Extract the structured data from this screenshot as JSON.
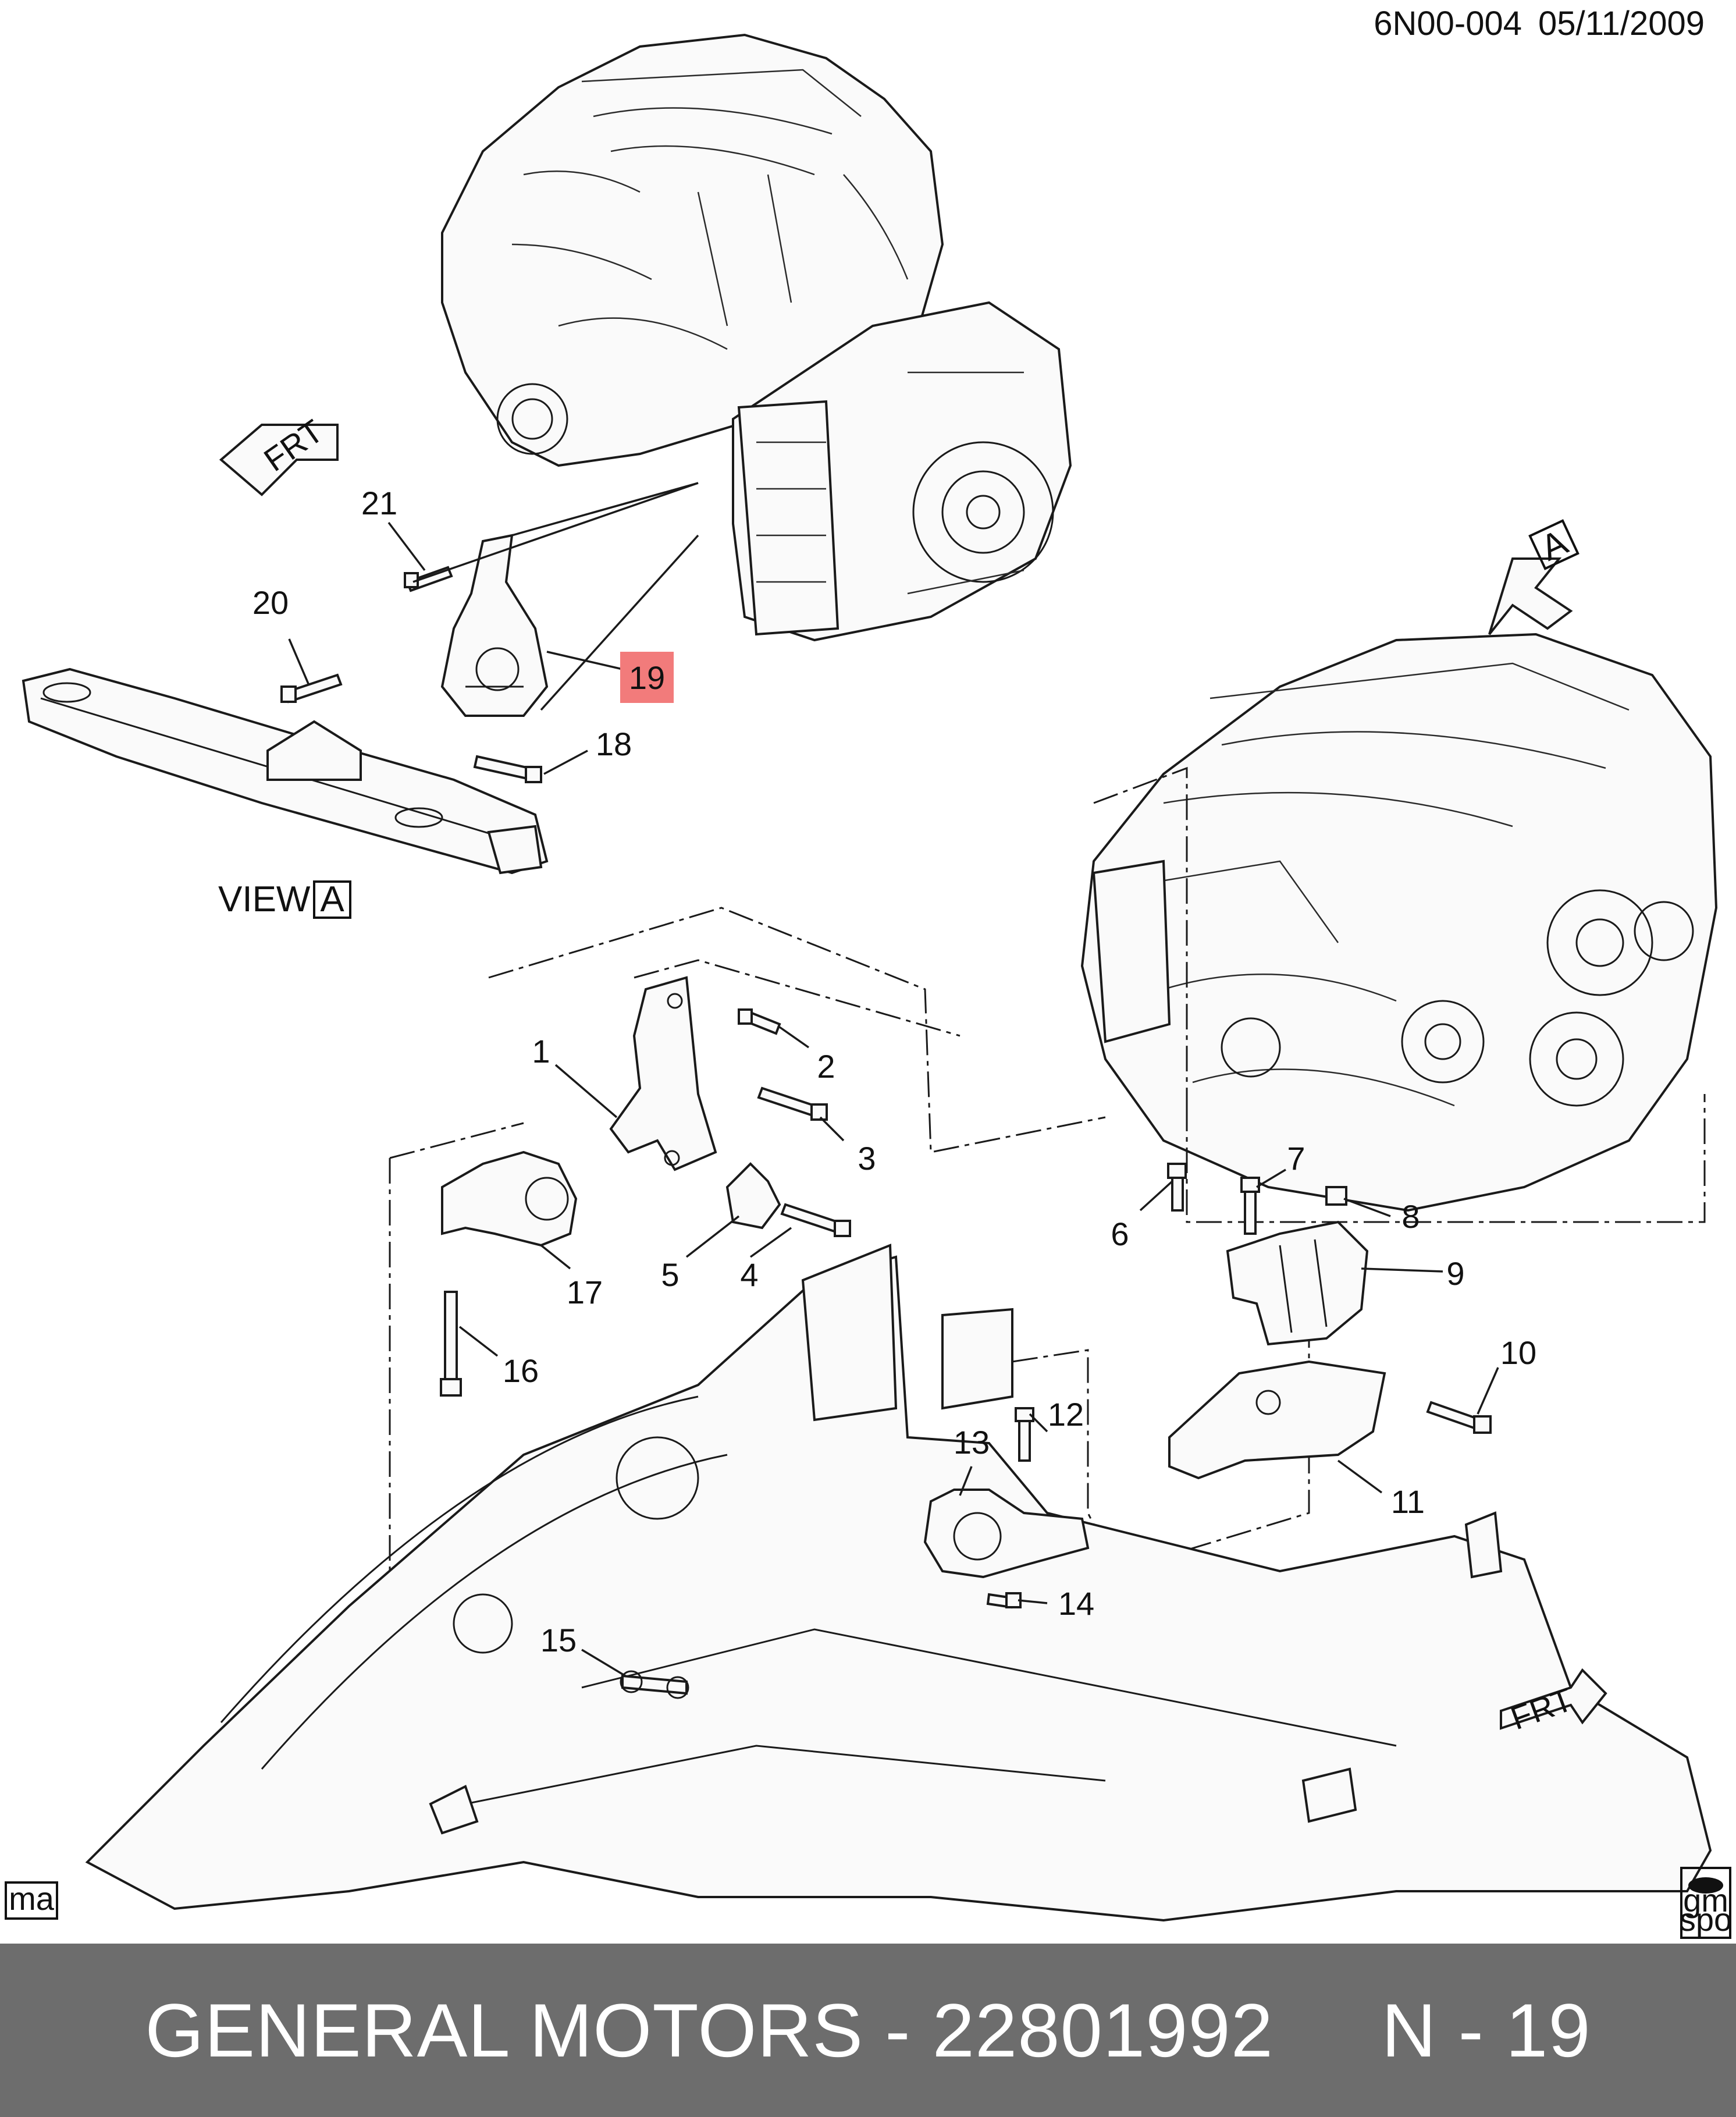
{
  "header": {
    "drawing_id": "6N00-004",
    "date": "05/11/2009"
  },
  "view_label": "VIEW",
  "view_ref": "A",
  "arrow_ref": "A",
  "frt_label": "FRT",
  "highlight_color": "#f27b7b",
  "callouts": [
    {
      "id": "1",
      "label": "1"
    },
    {
      "id": "2",
      "label": "2"
    },
    {
      "id": "3",
      "label": "3"
    },
    {
      "id": "4",
      "label": "4"
    },
    {
      "id": "5",
      "label": "5"
    },
    {
      "id": "6",
      "label": "6"
    },
    {
      "id": "7",
      "label": "7"
    },
    {
      "id": "8",
      "label": "8"
    },
    {
      "id": "9",
      "label": "9"
    },
    {
      "id": "10",
      "label": "10"
    },
    {
      "id": "11",
      "label": "11"
    },
    {
      "id": "12",
      "label": "12"
    },
    {
      "id": "13",
      "label": "13"
    },
    {
      "id": "14",
      "label": "14"
    },
    {
      "id": "15",
      "label": "15"
    },
    {
      "id": "16",
      "label": "16"
    },
    {
      "id": "17",
      "label": "17"
    },
    {
      "id": "18",
      "label": "18"
    },
    {
      "id": "19",
      "label": "19",
      "highlighted": true
    },
    {
      "id": "20",
      "label": "20"
    },
    {
      "id": "21",
      "label": "21"
    }
  ],
  "corner_left": "ma",
  "corner_right": [
    "gm",
    "spo"
  ],
  "footer": {
    "brand": "GENERAL MOTORS",
    "separator": " - ",
    "part_number": "22801992",
    "gap": "     ",
    "code": "N - 19"
  }
}
